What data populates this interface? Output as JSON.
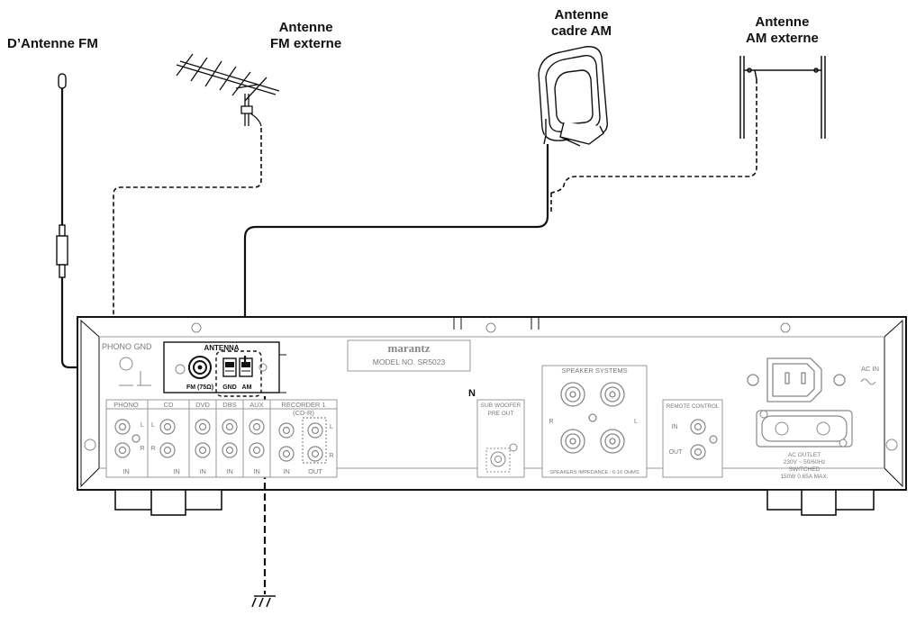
{
  "labels": {
    "fm_indoor": "D’Antenne FM",
    "fm_external_l1": "Antenne",
    "fm_external_l2": "FM externe",
    "am_loop_l1": "Antenne",
    "am_loop_l2": "cadre AM",
    "am_external_l1": "Antenne",
    "am_external_l2": "AM externe"
  },
  "panel": {
    "phono_gnd": "PHONO GND",
    "antenna": "ANTENNA",
    "fm_75": "FM (75Ω)",
    "gnd": "GND",
    "am": "AM",
    "brand": "marantz",
    "model": "MODEL NO. SR5023",
    "n_mark": "N",
    "inputs": [
      "PHONO",
      "CD",
      "DVD",
      "DBS",
      "AUX",
      "RECORDER 1"
    ],
    "recorder_sub": "(CD-R)",
    "lr_l": "L",
    "lr_r": "R",
    "in": "IN",
    "out": "OUT",
    "sub_woofer": "SUB WOOFER",
    "pre_out": "PRE OUT",
    "speaker_systems": "SPEAKER SYSTEMS",
    "speaker_impedance": "SPEAKERS IMPEDANCE : 6-16 OHMS",
    "remote_control": "REMOTE CONTROL",
    "ac_in": "AC IN",
    "ac_outlet_1": "AC OUTLET",
    "ac_outlet_2": "230V ~ 50/60Hz",
    "ac_outlet_3": "SWITCHED",
    "ac_outlet_4": "150W 0.65A MAX."
  }
}
